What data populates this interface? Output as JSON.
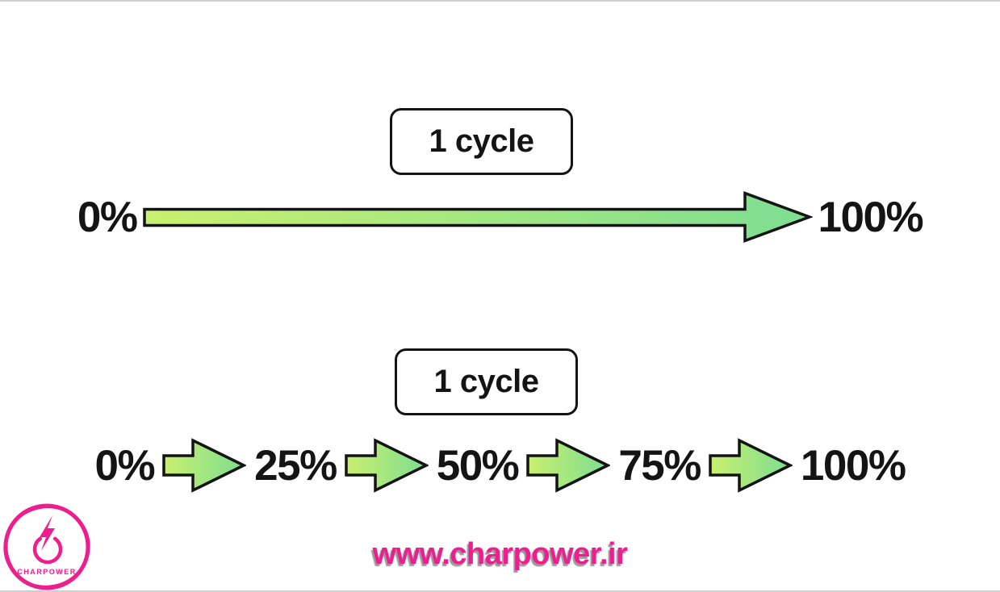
{
  "colors": {
    "background": "#ffffff",
    "ink": "#141414",
    "arrow_start": "#c9f06e",
    "arrow_end": "#7edd93",
    "brand_pink": "#ee1e8e"
  },
  "top_diagram": {
    "cycle_label": "1 cycle",
    "start_label": "0%",
    "end_label": "100%"
  },
  "bottom_diagram": {
    "cycle_label": "1 cycle",
    "steps": [
      "0%",
      "25%",
      "50%",
      "75%",
      "100%"
    ]
  },
  "footer": {
    "logo_name": "CHARPOWER",
    "website": "www.charpower.ir"
  }
}
